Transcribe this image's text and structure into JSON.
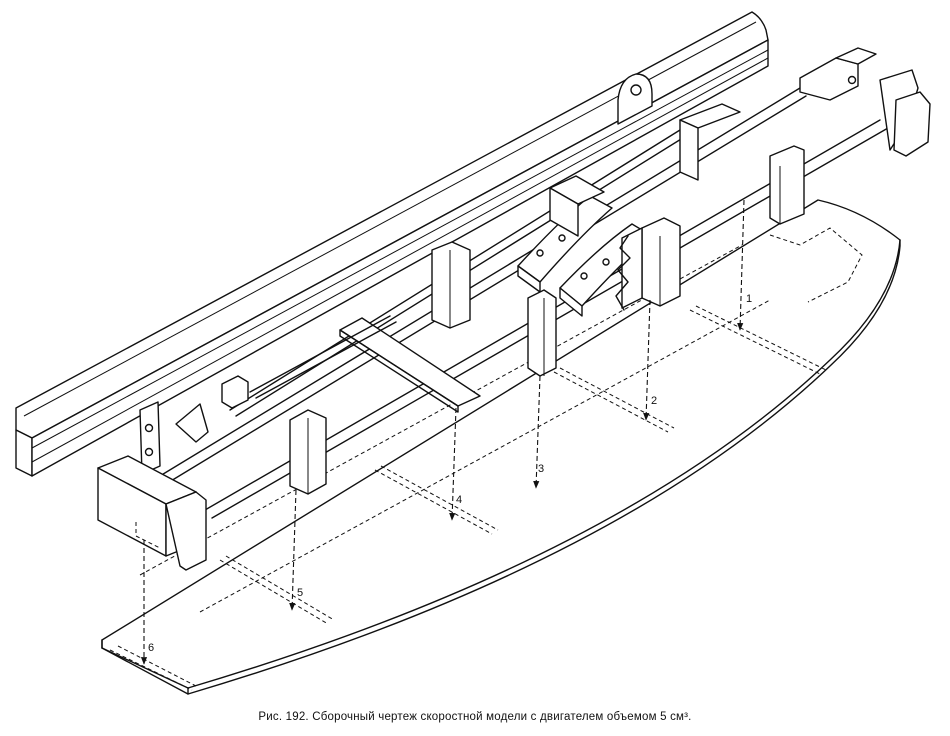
{
  "figure": {
    "caption": "Рис. 192. Сборочный чертеж скоростной модели с двигателем объемом 5 см³.",
    "part_numbers": [
      "1",
      "2",
      "3",
      "4",
      "5",
      "6"
    ]
  }
}
